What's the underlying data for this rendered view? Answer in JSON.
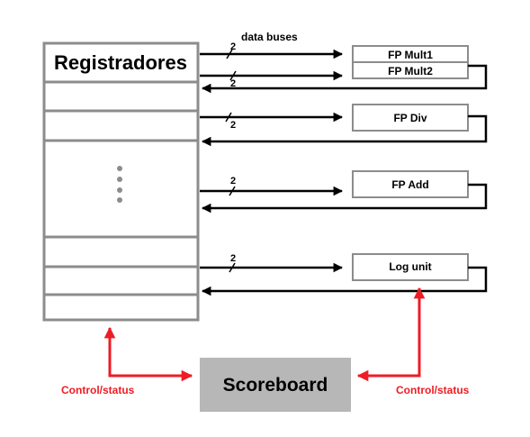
{
  "diagram": {
    "register_file": {
      "title": "Registradores",
      "ellipsis": "⋮"
    },
    "bus_label": "data buses",
    "bus_width": "2",
    "units": [
      {
        "label": "FP Mult1"
      },
      {
        "label": "FP Mult2"
      },
      {
        "label": "FP Div"
      },
      {
        "label": "FP Add"
      },
      {
        "label": "Log unit"
      }
    ],
    "scoreboard": {
      "label": "Scoreboard"
    },
    "control_left": "Control/status",
    "control_right": "Control/status",
    "colors": {
      "line": "#000000",
      "box_border": "#8c8c8c",
      "scoreboard_fill": "#b7b7b7",
      "control": "#ee1c25"
    }
  }
}
